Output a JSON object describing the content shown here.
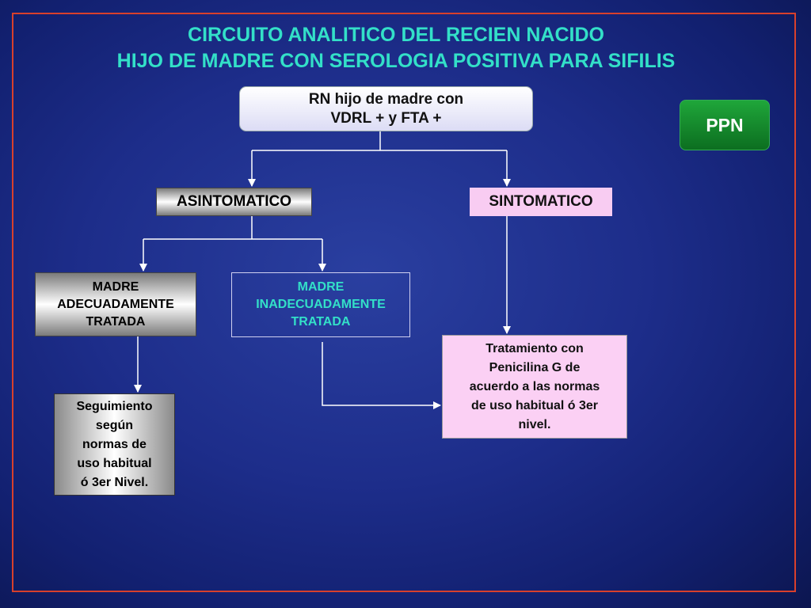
{
  "title": {
    "line1": "CIRCUITO ANALITICO DEL RECIEN NACIDO",
    "line2": "HIJO DE MADRE CON SEROLOGIA POSITIVA PARA SIFILIS"
  },
  "nodes": {
    "root": "RN hijo de madre con\nVDRL + y FTA +",
    "ppn": "PPN",
    "asintomatico": "ASINTOMATICO",
    "sintomatico": "SINTOMATICO",
    "madre_adecuada": "MADRE\nADECUADAMENTE\nTRATADA",
    "madre_inadecuada": "MADRE\nINADECUADAMENTE\nTRATADA",
    "tratamiento": "Tratamiento con\nPenicilina G  de\nacuerdo a las normas\nde uso habitual ó 3er\nnivel.",
    "seguimiento": "Seguimiento\nsegún\nnormas de\nuso habitual\nó 3er Nivel."
  },
  "colors": {
    "background": "#1d2d8a",
    "frame": "#d8402c",
    "title": "#33e0c8",
    "ppn": "#1a8f30",
    "pink": "#f8ccf2"
  }
}
